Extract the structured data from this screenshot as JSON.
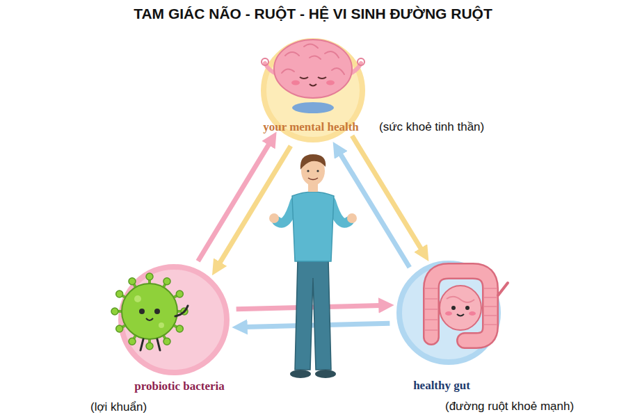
{
  "diagram": {
    "title": "TAM GIÁC NÃO - RUỘT - HỆ VI SINH ĐƯỜNG RUỘT",
    "nodes": [
      {
        "text": [
          "your mental health",
          "(sức khoẻ tinh thần)"
        ]
      },
      {
        "text": [
          "probiotic bacteria",
          "(lợi khuẩn)"
        ]
      },
      {
        "text": [
          "healthy gut",
          "(đường ruột khoẻ mạnh)"
        ]
      }
    ],
    "edges": [
      {
        "from": 1,
        "to": 0,
        "arrow": "to"
      },
      {
        "from": 0,
        "to": 1,
        "arrow": "to"
      },
      {
        "from": 0,
        "to": 2,
        "arrow": "to"
      },
      {
        "from": 2,
        "to": 0,
        "arrow": "to"
      },
      {
        "from": 1,
        "to": 2,
        "arrow": "to"
      },
      {
        "from": 2,
        "to": 1,
        "arrow": "to"
      }
    ]
  }
}
